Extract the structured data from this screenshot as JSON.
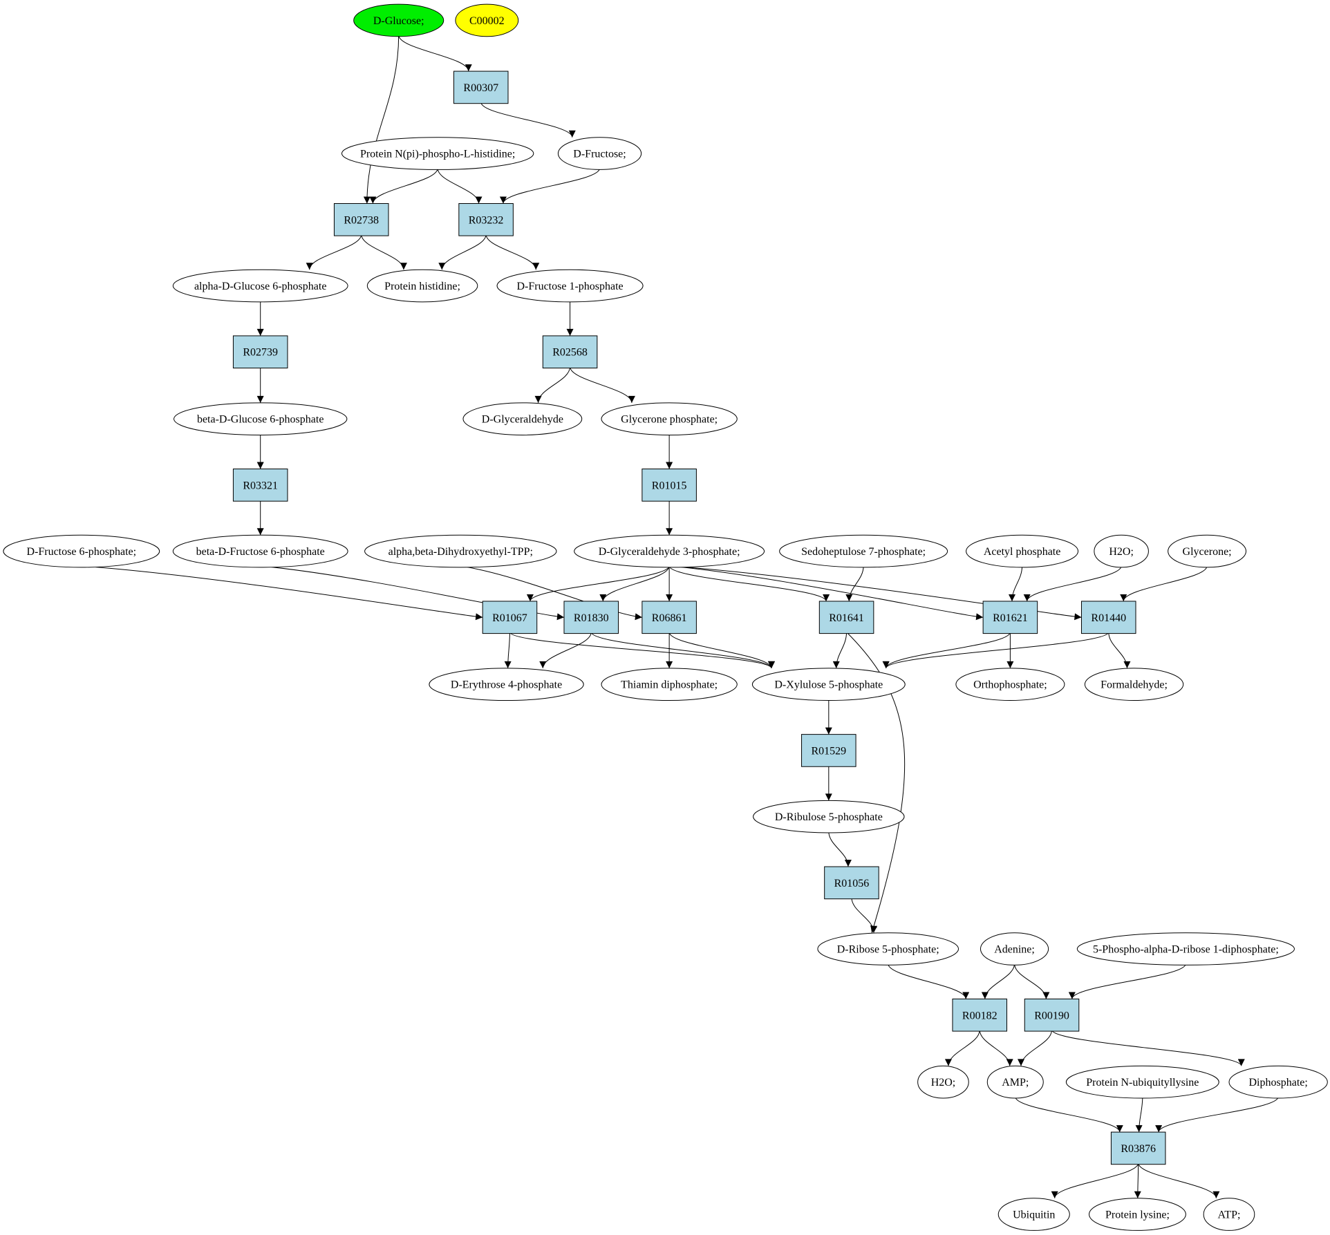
{
  "diagram": {
    "colors": {
      "reaction": "#add8e6",
      "compound": "#ffffff",
      "start": "#00ee00",
      "target": "#ffff00",
      "edge": "#000000"
    },
    "nodes": [
      {
        "id": "glc",
        "label": "D-Glucose;",
        "kind": "start"
      },
      {
        "id": "c2",
        "label": "C00002",
        "kind": "target"
      },
      {
        "id": "r307",
        "label": "R00307",
        "kind": "reaction"
      },
      {
        "id": "frc",
        "label": "D-Fructose;",
        "kind": "compound"
      },
      {
        "id": "pnhis",
        "label": "Protein N(pi)-phospho-L-histidine;",
        "kind": "compound"
      },
      {
        "id": "r2738",
        "label": "R02738",
        "kind": "reaction"
      },
      {
        "id": "r3232",
        "label": "R03232",
        "kind": "reaction"
      },
      {
        "id": "ag6p",
        "label": "alpha-D-Glucose 6-phosphate",
        "kind": "compound"
      },
      {
        "id": "phis",
        "label": "Protein histidine;",
        "kind": "compound"
      },
      {
        "id": "f1p",
        "label": "D-Fructose 1-phosphate",
        "kind": "compound"
      },
      {
        "id": "r2739",
        "label": "R02739",
        "kind": "reaction"
      },
      {
        "id": "r2568",
        "label": "R02568",
        "kind": "reaction"
      },
      {
        "id": "bg6p",
        "label": "beta-D-Glucose 6-phosphate",
        "kind": "compound"
      },
      {
        "id": "glya",
        "label": "D-Glyceraldehyde",
        "kind": "compound"
      },
      {
        "id": "dhap",
        "label": "Glycerone phosphate;",
        "kind": "compound"
      },
      {
        "id": "r3321",
        "label": "R03321",
        "kind": "reaction"
      },
      {
        "id": "r1015",
        "label": "R01015",
        "kind": "reaction"
      },
      {
        "id": "f6p",
        "label": "D-Fructose 6-phosphate;",
        "kind": "compound"
      },
      {
        "id": "bf6p",
        "label": "beta-D-Fructose 6-phosphate",
        "kind": "compound"
      },
      {
        "id": "tpp2",
        "label": "alpha,beta-Dihydroxyethyl-TPP;",
        "kind": "compound"
      },
      {
        "id": "g3p",
        "label": "D-Glyceraldehyde 3-phosphate;",
        "kind": "compound"
      },
      {
        "id": "s7p",
        "label": "Sedoheptulose 7-phosphate;",
        "kind": "compound"
      },
      {
        "id": "acp",
        "label": "Acetyl phosphate",
        "kind": "compound"
      },
      {
        "id": "h2oa",
        "label": "H2O;",
        "kind": "compound"
      },
      {
        "id": "glyc",
        "label": "Glycerone;",
        "kind": "compound"
      },
      {
        "id": "r1067",
        "label": "R01067",
        "kind": "reaction"
      },
      {
        "id": "r1830",
        "label": "R01830",
        "kind": "reaction"
      },
      {
        "id": "r6861",
        "label": "R06861",
        "kind": "reaction"
      },
      {
        "id": "r1641",
        "label": "R01641",
        "kind": "reaction"
      },
      {
        "id": "r1621",
        "label": "R01621",
        "kind": "reaction"
      },
      {
        "id": "r1440",
        "label": "R01440",
        "kind": "reaction"
      },
      {
        "id": "e4p",
        "label": "D-Erythrose 4-phosphate",
        "kind": "compound"
      },
      {
        "id": "tdp",
        "label": "Thiamin diphosphate;",
        "kind": "compound"
      },
      {
        "id": "x5p",
        "label": "D-Xylulose 5-phosphate",
        "kind": "compound"
      },
      {
        "id": "pi",
        "label": "Orthophosphate;",
        "kind": "compound"
      },
      {
        "id": "fald",
        "label": "Formaldehyde;",
        "kind": "compound"
      },
      {
        "id": "r1529",
        "label": "R01529",
        "kind": "reaction"
      },
      {
        "id": "ru5p",
        "label": "D-Ribulose 5-phosphate",
        "kind": "compound"
      },
      {
        "id": "r1056",
        "label": "R01056",
        "kind": "reaction"
      },
      {
        "id": "r5p",
        "label": "D-Ribose 5-phosphate;",
        "kind": "compound"
      },
      {
        "id": "ade",
        "label": "Adenine;",
        "kind": "compound"
      },
      {
        "id": "prpp",
        "label": "5-Phospho-alpha-D-ribose 1-diphosphate;",
        "kind": "compound"
      },
      {
        "id": "r182",
        "label": "R00182",
        "kind": "reaction"
      },
      {
        "id": "r190",
        "label": "R00190",
        "kind": "reaction"
      },
      {
        "id": "h2ob",
        "label": "H2O;",
        "kind": "compound"
      },
      {
        "id": "amp",
        "label": "AMP;",
        "kind": "compound"
      },
      {
        "id": "pnub",
        "label": "Protein N-ubiquityllysine",
        "kind": "compound"
      },
      {
        "id": "ppi",
        "label": "Diphosphate;",
        "kind": "compound"
      },
      {
        "id": "r3876",
        "label": "R03876",
        "kind": "reaction"
      },
      {
        "id": "ubq",
        "label": "Ubiquitin",
        "kind": "compound"
      },
      {
        "id": "plys",
        "label": "Protein lysine;",
        "kind": "compound"
      },
      {
        "id": "atp",
        "label": "ATP;",
        "kind": "compound"
      }
    ],
    "edges": [
      [
        "glc",
        "r307"
      ],
      [
        "glc",
        "r2738"
      ],
      [
        "r307",
        "frc"
      ],
      [
        "pnhis",
        "r2738"
      ],
      [
        "pnhis",
        "r3232"
      ],
      [
        "frc",
        "r3232"
      ],
      [
        "r2738",
        "ag6p"
      ],
      [
        "r2738",
        "phis"
      ],
      [
        "r3232",
        "phis"
      ],
      [
        "r3232",
        "f1p"
      ],
      [
        "ag6p",
        "r2739"
      ],
      [
        "f1p",
        "r2568"
      ],
      [
        "r2739",
        "bg6p"
      ],
      [
        "r2568",
        "glya"
      ],
      [
        "r2568",
        "dhap"
      ],
      [
        "bg6p",
        "r3321"
      ],
      [
        "dhap",
        "r1015"
      ],
      [
        "r3321",
        "bf6p"
      ],
      [
        "r1015",
        "g3p"
      ],
      [
        "f6p",
        "r1067"
      ],
      [
        "bf6p",
        "r1830"
      ],
      [
        "tpp2",
        "r6861"
      ],
      [
        "g3p",
        "r1067"
      ],
      [
        "g3p",
        "r1830"
      ],
      [
        "g3p",
        "r6861"
      ],
      [
        "g3p",
        "r1641"
      ],
      [
        "g3p",
        "r1621"
      ],
      [
        "g3p",
        "r1440"
      ],
      [
        "s7p",
        "r1641"
      ],
      [
        "acp",
        "r1621"
      ],
      [
        "h2oa",
        "r1621"
      ],
      [
        "glyc",
        "r1440"
      ],
      [
        "r1067",
        "e4p"
      ],
      [
        "r1067",
        "x5p"
      ],
      [
        "r1830",
        "e4p"
      ],
      [
        "r1830",
        "x5p"
      ],
      [
        "r6861",
        "tdp"
      ],
      [
        "r6861",
        "x5p"
      ],
      [
        "r1641",
        "x5p"
      ],
      [
        "r1641",
        "r5p"
      ],
      [
        "r1621",
        "x5p"
      ],
      [
        "r1621",
        "pi"
      ],
      [
        "r1440",
        "x5p"
      ],
      [
        "r1440",
        "fald"
      ],
      [
        "x5p",
        "r1529"
      ],
      [
        "r1529",
        "ru5p"
      ],
      [
        "ru5p",
        "r1056"
      ],
      [
        "r1056",
        "r5p"
      ],
      [
        "r5p",
        "r182"
      ],
      [
        "ade",
        "r182"
      ],
      [
        "ade",
        "r190"
      ],
      [
        "prpp",
        "r190"
      ],
      [
        "r182",
        "h2ob"
      ],
      [
        "r182",
        "amp"
      ],
      [
        "r190",
        "amp"
      ],
      [
        "r190",
        "ppi"
      ],
      [
        "amp",
        "r3876"
      ],
      [
        "pnub",
        "r3876"
      ],
      [
        "ppi",
        "r3876"
      ],
      [
        "r3876",
        "ubq"
      ],
      [
        "r3876",
        "plys"
      ],
      [
        "r3876",
        "atp"
      ]
    ]
  }
}
